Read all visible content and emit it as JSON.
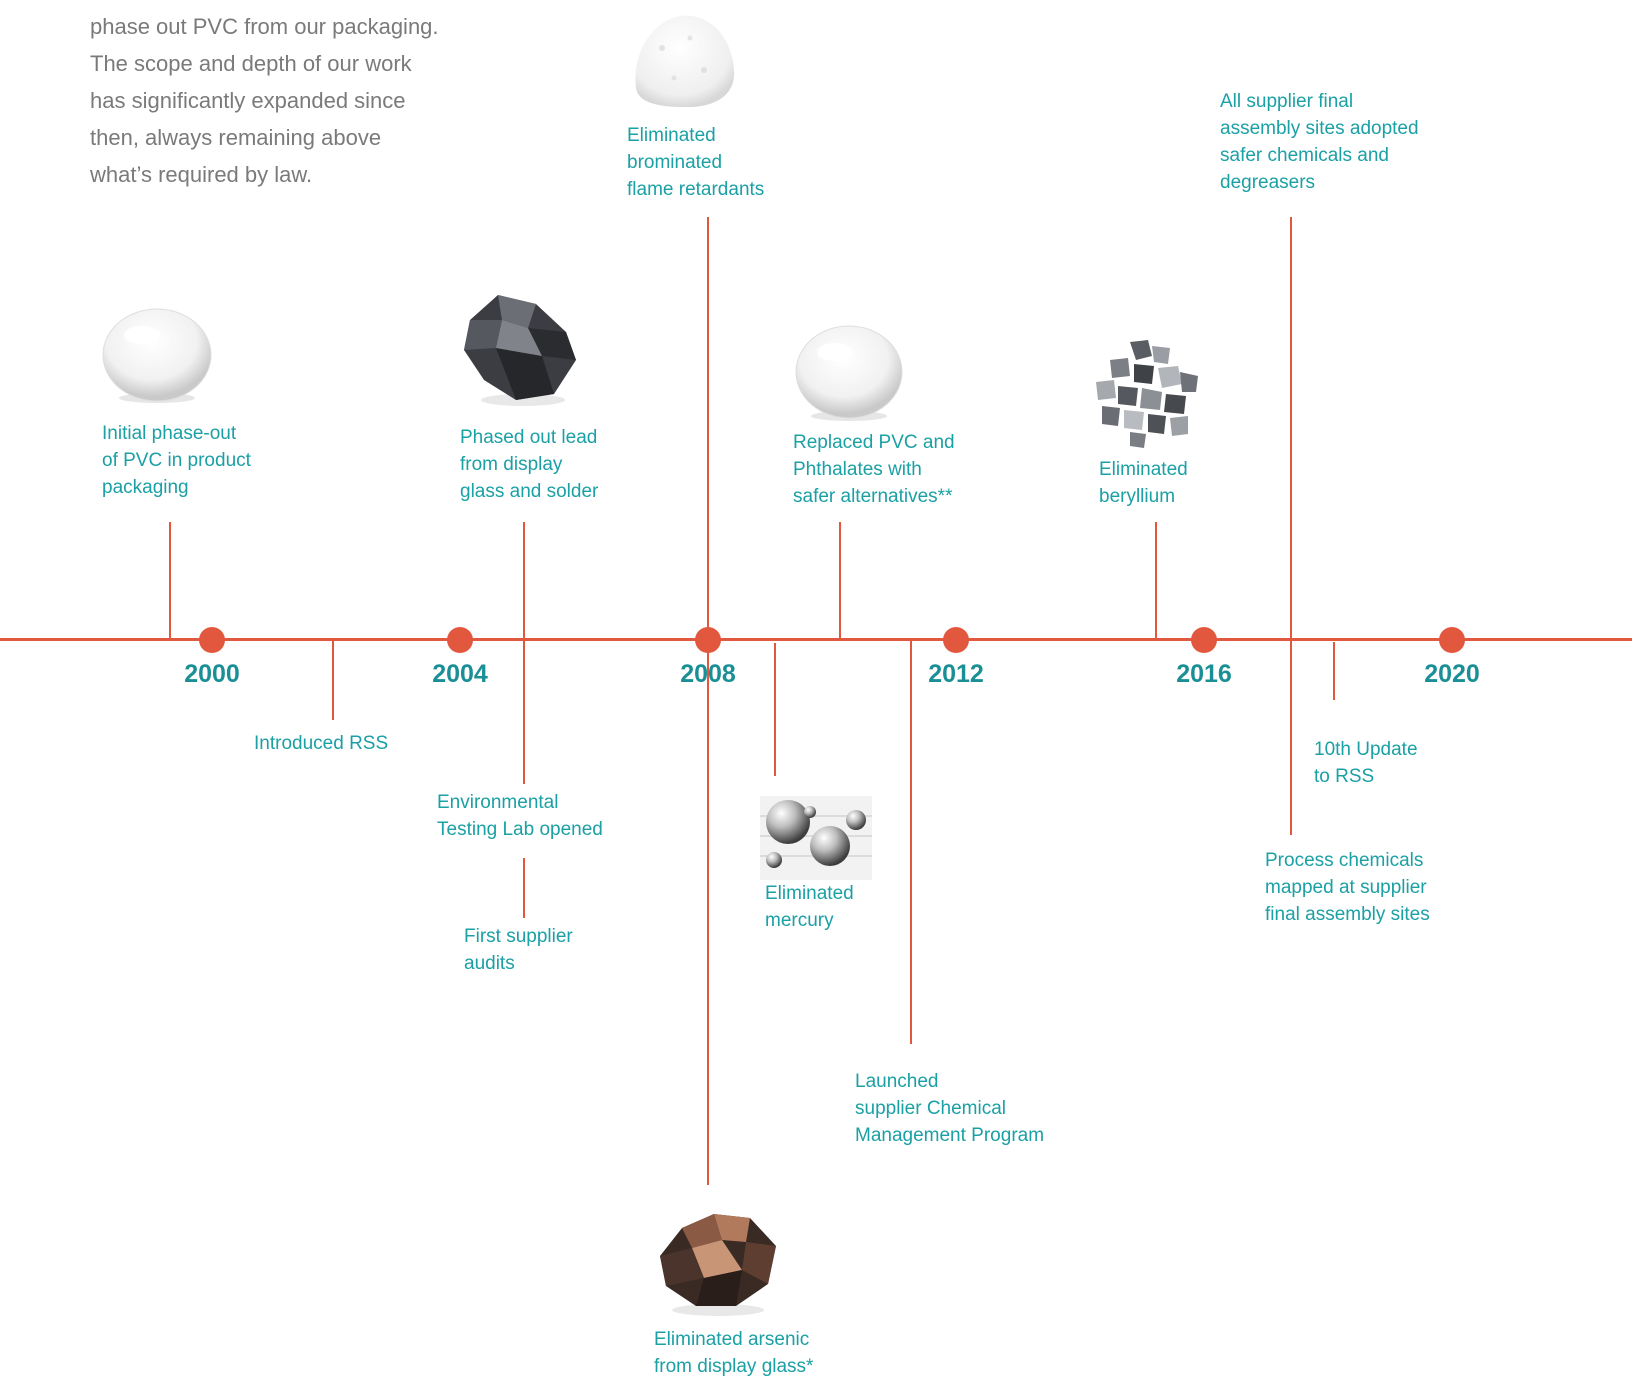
{
  "intro": {
    "lines": [
      "phase out PVC from our packaging.",
      "The scope and depth of our work",
      "has significantly expanded since",
      "then, always remaining above",
      "what’s required by law."
    ]
  },
  "timeline": {
    "years": [
      "2000",
      "2004",
      "2008",
      "2012",
      "2016",
      "2020"
    ],
    "events_above": [
      {
        "lines": [
          "Initial phase-out",
          "of PVC in product",
          "packaging"
        ],
        "material_icon": "clear-droplet-icon"
      },
      {
        "lines": [
          "Phased out lead",
          "from display",
          "glass and solder"
        ],
        "material_icon": "lead-ore-icon"
      },
      {
        "lines": [
          "Eliminated",
          "brominated",
          "flame retardants"
        ],
        "material_icon": "white-powder-icon"
      },
      {
        "lines": [
          "Replaced PVC and",
          "Phthalates with",
          "safer alternatives**"
        ],
        "material_icon": "clear-droplet-icon"
      },
      {
        "lines": [
          "Eliminated",
          "beryllium"
        ],
        "material_icon": "beryllium-pebbles-icon"
      },
      {
        "lines": [
          "All supplier final",
          "assembly sites adopted",
          "safer chemicals and",
          "degreasers"
        ],
        "material_icon": ""
      }
    ],
    "events_below": [
      {
        "lines": [
          "Introduced RSS"
        ],
        "material_icon": ""
      },
      {
        "lines": [
          "Environmental",
          "Testing Lab opened"
        ],
        "material_icon": ""
      },
      {
        "lines": [
          "First supplier",
          "audits"
        ],
        "material_icon": ""
      },
      {
        "lines": [
          "Eliminated",
          "mercury"
        ],
        "material_icon": "mercury-beads-icon"
      },
      {
        "lines": [
          "Launched",
          "supplier Chemical",
          "Management Program"
        ],
        "material_icon": ""
      },
      {
        "lines": [
          "Eliminated arsenic",
          "from display glass*"
        ],
        "material_icon": "arsenic-ore-icon"
      },
      {
        "lines": [
          "10th Update",
          "to RSS"
        ],
        "material_icon": ""
      },
      {
        "lines": [
          "Process chemicals",
          "mapped at supplier",
          "final assembly sites"
        ],
        "material_icon": ""
      }
    ]
  },
  "colors": {
    "accent": "#e2583e",
    "text_teal": "#1ba0a5",
    "year_teal": "#1a8f95",
    "intro_gray": "#7a7a7a"
  }
}
